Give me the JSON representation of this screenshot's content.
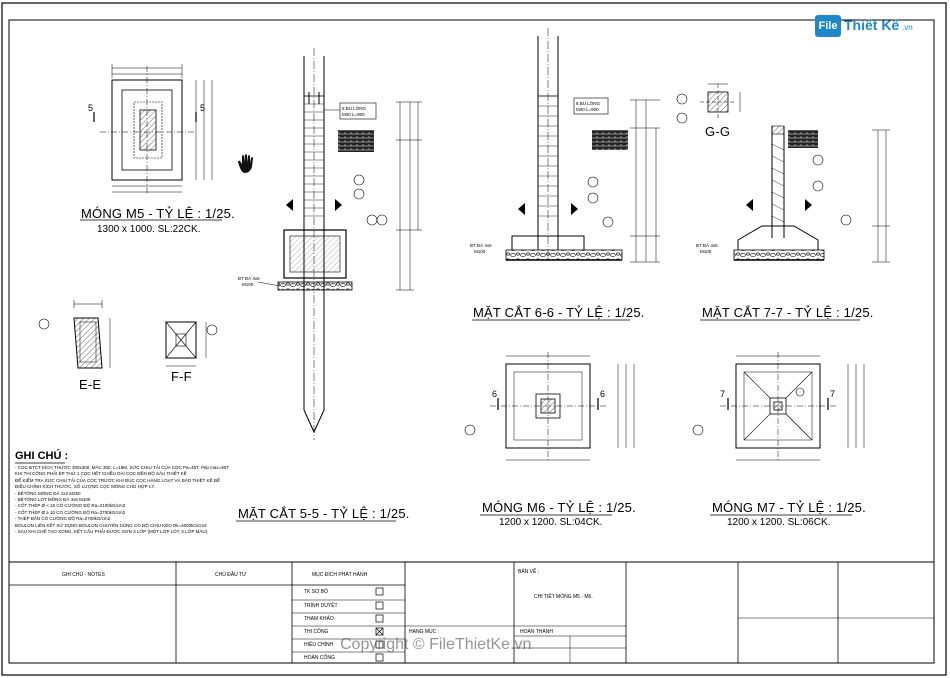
{
  "brand": {
    "badge": "File",
    "word": "Thiết Kế",
    "domain": ".vn"
  },
  "drawings": {
    "m5": {
      "title": "MÓNG M5 - TỶ LỆ : 1/25.",
      "sub": "1300 x 1000. SL:22CK."
    },
    "s55": {
      "title": "MẶT CẮT 5-5 - TỶ LỆ : 1/25."
    },
    "s66": {
      "title": "MẶT CẮT 6-6 - TỶ LỆ : 1/25."
    },
    "s77": {
      "title": "MẶT CẮT 7-7 - TỶ LỆ : 1/25."
    },
    "m6": {
      "title": "MÓNG M6 - TỶ LỆ : 1/25.",
      "sub": "1200 x 1200. SL:04CK."
    },
    "m7": {
      "title": "MÓNG M7 - TỶ LỆ : 1/25.",
      "sub": "1200 x 1200. SL:06CK."
    },
    "ee": {
      "title": "E-E"
    },
    "ff": {
      "title": "F-F"
    },
    "gg": {
      "title": "G-G"
    }
  },
  "markers": {
    "m5_cut": "5",
    "m6_cut": "6",
    "m7_cut": "7"
  },
  "callouts": {
    "bulong": "8 BU LÔNG",
    "bulong_spec": "M30 L=900",
    "btlot_a": "BT ĐÁ 4x6",
    "btlot_b": "M100"
  },
  "notes": {
    "heading": "GHI CHÚ :",
    "lines": [
      "- CỌC BTCT KÍCH THƯỚC 300x300, MÁC 300, L=18M, SỨC CHỊU TẢI CỦA CỌC Pa=45T, Pép max=90T",
      "  KHI THI CÔNG PHẢI ÉP THỬ 1 CỌC HẾT CHIỀU DÀI CỌC ĐẾN ĐỘ SÂU THIẾT KẾ",
      "  ĐỂ KIỂM TRA SỨC CHỊU TẢI CỦA CỌC TRƯỚC KHI ĐÚC CỌC HÀNG LOẠT VÀ BÁO THIẾT KẾ ĐỂ",
      "  ĐIỀU CHỈNH KÍCH THƯỚC, SỐ LƯỢNG CỌC MÓNG CHO HỢP LÝ.",
      "- BÊTÔNG MÓNG ĐÁ 1x2 M250",
      "- BÊTÔNG LÓT MÓNG ĐÁ 4x6 M100",
      "- CỐT THÉP Ø < 10 CÓ CƯỜNG ĐỘ Ra=2100kG/cm2",
      "- CỐT THÉP Ø ≥ 10 CÓ CƯỜNG ĐỘ Ra=2700kG/cm2",
      "- THÉP BẢN CÓ CƯỜNG ĐỘ Ra=2700kG/cm2",
      "  BOULON LIÊN KẾT SỬ DỤNG BOULON CHUYÊN DÙNG CÓ ĐỘ CHỊU KÉO Rk=4000kG/cm2",
      "- SAU KHI CHẾ TẠO XONG, KẾT CẤU PHẢI ĐƯỢC SƠN 3 LỚP (MỘT LỚP LÓT, 2 LỚP MÀU)."
    ]
  },
  "titleblock": {
    "notes_label": "GHI CHÚ - NOTES",
    "owner_label": "CHỦ ĐẦU TƯ",
    "purpose_label": "MỤC ĐÍCH PHÁT HÀNH",
    "purposes": [
      "TK SƠ BỘ",
      "TRÌNH DUYỆT",
      "THAM KHẢO",
      "THI CÔNG",
      "HIỆU CHỈNH",
      "HOÀN CÔNG"
    ],
    "checked": [
      false,
      false,
      false,
      true,
      false,
      false
    ],
    "drawing_label": "BẢN VẼ :",
    "drawing_name": "CHI TIẾT MÓNG M5 - M6.",
    "category_label": "HẠNG MỤC :",
    "done_label": "HOÀN THÀNH"
  },
  "watermark": "Copyright © FileThietKe.vn"
}
